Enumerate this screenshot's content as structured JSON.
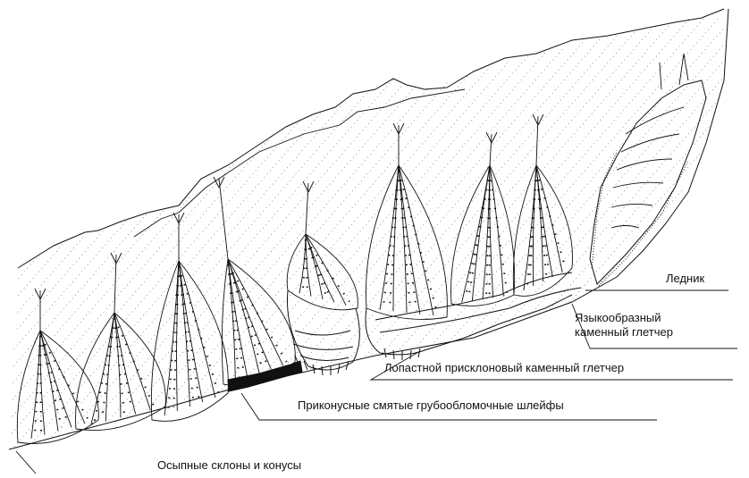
{
  "labels": {
    "glacier": "Ледник",
    "tongue_line1": "Языкообразный",
    "tongue_line2": "каменный глетчер",
    "lobate": "Лопастной присклоновый каменный глетчер",
    "plumes": "Приконусные смятые грубообломочные шлейфы",
    "talus": "Осыпные склоны и конусы"
  },
  "colors": {
    "ink": "#111111",
    "background": "#ffffff"
  }
}
